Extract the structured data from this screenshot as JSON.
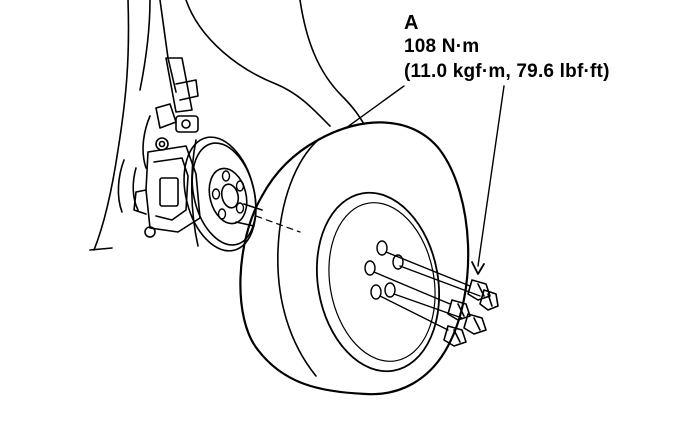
{
  "callout": {
    "letter": "A",
    "torque_nm": "108 N·m",
    "torque_conversions": "(11.0 kgf·m, 79.6 lbf·ft)"
  },
  "colors": {
    "line": "#000000",
    "background": "#ffffff"
  }
}
